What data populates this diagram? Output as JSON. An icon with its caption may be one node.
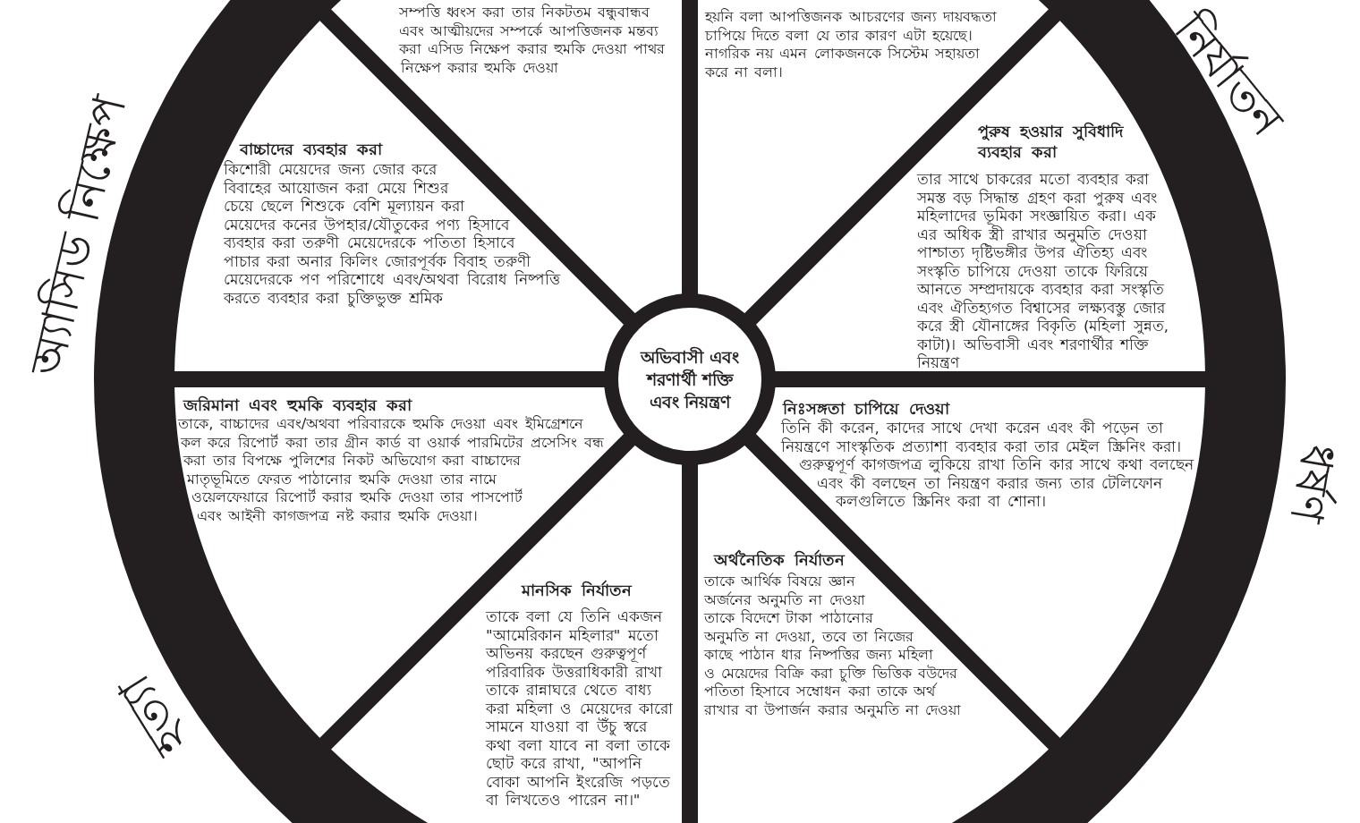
{
  "diagram": {
    "nodes": [
      {
        "text": [
          "সম্পত্তি ধ্বংস করা তার নিকটতম বন্ধুবান্ধব এবং আত্মীয়দের সম্পর্কে আপত্তিজনক মন্তব্য করা এসিড নিক্ষেপ করার হুমকি দেওয়া পাথর নিক্ষেপ করার হুমকি দেওয়া"
        ]
      },
      {
        "text": [
          "হয়নি বলা আপত্তিজনক আচরণের জন্য দায়বদ্ধতা চাপিয়ে দিতে বলা যে তার কারণ এটা হয়েছে। নাগরিক নয় এমন লোকজনকে সিস্টেম সহায়তা করে না বলা।"
        ]
      },
      {
        "text": [
          "বাচ্চাদের ব্যবহার করা",
          "কিশোরী মেয়েদের জন্য জোর করে বিবাহের আয়োজন করা মেয়ে শিশুর চেয়ে ছেলে শিশুকে বেশি মূল্যায়ন করা মেয়েদের কনের উপহার/যৌতুকের পণ্য হিসাবে ব্যবহার করা তরুণী মেয়েদেরকে পতিতা হিসাবে পাচার করা অনার কিলিং জোরপূর্বক বিবাহ তরুণী মেয়েদেরকে পণ পরিশোধে এবং/অথবা বিরোধ নিষ্পত্তি করতে ব্যবহার করা চুক্তিভুক্ত শ্রমিক"
        ]
      },
      {
        "text": [
          "পুরুষ হওয়ার সুবিধাদি ব্যবহার করা",
          "তার সাথে চাকরের মতো ব্যবহার করা সমস্ত বড় সিদ্ধান্ত গ্রহণ করা পুরুষ এবং মহিলাদের ভূমিকা সংজ্ঞায়িত করা। এক এর অধিক স্ত্রী রাখার অনুমতি দেওয়া পাশ্চাত্য দৃষ্টিভঙ্গীর উপর ঐতিহ্য এবং সংস্কৃতি চাপিয়ে দেওয়া তাকে ফিরিয়ে আনতে সম্প্রদায়কে ব্যবহার করা সংস্কৃতি এবং ঐতিহ্যগত বিশ্বাসের লক্ষ্যবস্তু জোর করে স্ত্রী যৌনাঙ্গের বিকৃতি (মহিলা সুন্নত, কাটা)। অভিবাসী এবং শরণার্থীর শক্তি নিয়ন্ত্রণ"
        ]
      },
      {
        "text": [
          "অভিবাসী এবং শরণার্থী শক্তি এবং নিয়ন্ত্রণ"
        ]
      },
      {
        "text": [
          "জরিমানা এবং হুমকি ব্যবহার করা",
          "তাকে, বাচ্চাদের এবং/অথবা পরিবারকে হুমকি দেওয়া এবং ইমিগ্রেশনে কল করে রিপোর্ট করা তার গ্রীন কার্ড বা ওয়ার্ক পারমিটের প্রসেসিং বন্ধ করা তার বিপক্ষে পুলিশের নিকট অভিযোগ করা বাচ্চাদের মাতৃভূমিতে ফেরত পাঠানোর হুমকি দেওয়া তার নামে ওয়েলফেয়ারে রিপোর্ট করার হুমকি দেওয়া তার পাসপোর্ট এবং আইনী কাগজপত্র নষ্ট করার হুমকি দেওয়া।"
        ]
      },
      {
        "text": [
          "নিঃসঙ্গতা চাপিয়ে দেওয়া",
          "তিনি কী করেন, কাদের সাথে দেখা করেন এবং কী পড়েন তা নিয়ন্ত্রণে সাংস্কৃতিক প্রত্যাশা ব্যবহার করা তার মেইল স্ক্রিনিং করা। গুরুত্বপূর্ণ কাগজপত্র লুকিয়ে রাখা তিনি কার সাথে কথা বলছেন এবং কী বলছেন তা নিয়ন্ত্রণ করার জন্য তার টেলিফোন কলগুলিতে স্ক্রিনিং করা বা শোনা।"
        ]
      },
      {
        "text": [
          "মানসিক নির্যাতন",
          "তাকে বলা যে তিনি একজন \"আমেরিকান মহিলার\" মতো অভিনয় করছেন গুরুত্বপূর্ণ পরিবারিক উত্তরাধিকারী রাখা তাকে রান্নাঘরে থেতে বাধ্য করা মহিলা ও মেয়েদের কারো সামনে যাওয়া বা উঁচু স্বরে কথা বলা যাবে না বলা তাকে ছোট করে রাখা, \"আপনি বোকা আপনি ইংরেজি পড়তে বা লিখতেও পারেন না।\""
        ]
      },
      {
        "text": [
          "অর্থনৈতিক নির্যাতন",
          "তাকে আর্থিক বিষয়ে জ্ঞান অর্জনের অনুমতি না দেওয়া তাকে বিদেশে টাকা পাঠানোর অনুমতি না দেওয়া, তবে তা নিজের কাছে পাঠান ধার নিষ্পত্তির জন্য মহিলা ও মেয়েদের বিক্রি করা চুক্তি ভিত্তিক বউদের পতিতা হিসাবে সম্বোধন করা তাকে অর্থ রাখার বা উপার্জন করার অনুমতি না দেওয়া"
        ]
      }
    ],
    "labels": [
      "অ্যাসিড নিক্ষেপ",
      "নির্যাতন",
      "ধর্ষণ",
      "হত্যা"
    ]
  }
}
